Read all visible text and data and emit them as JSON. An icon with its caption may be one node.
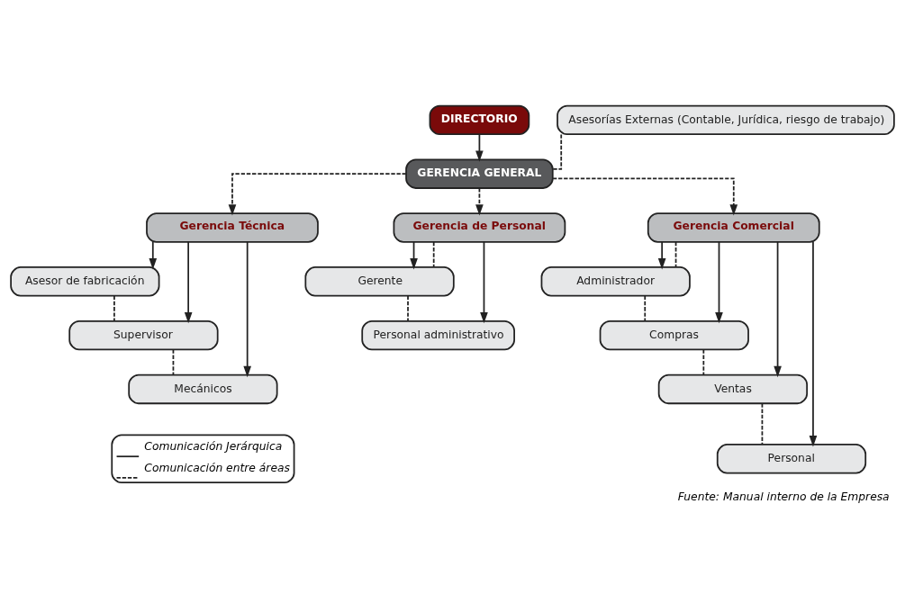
{
  "diagram": {
    "caption": "Fuente: Manual interno de la Empresa",
    "nodes": [
      {
        "text": [
          "DIRECTORIO"
        ]
      },
      {
        "text": [
          "Asesorías Externas (Contable, Jurídica, riesgo de trabajo)"
        ]
      },
      {
        "text": [
          "GERENCIA GENERAL"
        ]
      },
      {
        "text": [
          "Gerencia Técnica"
        ]
      },
      {
        "text": [
          "Asesor de fabricación"
        ]
      },
      {
        "text": [
          "Supervisor"
        ]
      },
      {
        "text": [
          "Mecánicos"
        ]
      },
      {
        "text": [
          "Gerencia de Personal"
        ]
      },
      {
        "text": [
          "Gerente"
        ]
      },
      {
        "text": [
          "Personal administrativo"
        ]
      },
      {
        "text": [
          "Gerencia Comercial"
        ]
      },
      {
        "text": [
          "Administrador"
        ]
      },
      {
        "text": [
          "Compras"
        ]
      },
      {
        "text": [
          "Ventas"
        ]
      },
      {
        "text": [
          "Personal"
        ]
      }
    ],
    "edges": [
      {
        "from": 0,
        "to": 2,
        "arrow": "to"
      },
      {
        "from": 1,
        "to": 2,
        "arrow": "none",
        "style": "dashed"
      },
      {
        "from": 2,
        "to": 3,
        "arrow": "to",
        "style": "dashed"
      },
      {
        "from": 2,
        "to": 7,
        "arrow": "to",
        "style": "dashed"
      },
      {
        "from": 2,
        "to": 10,
        "arrow": "to",
        "style": "dashed"
      },
      {
        "from": 3,
        "to": 4,
        "arrow": "to"
      },
      {
        "from": 3,
        "to": 5,
        "arrow": "to"
      },
      {
        "from": 3,
        "to": 6,
        "arrow": "to"
      },
      {
        "from": 7,
        "to": 8,
        "arrow": "to"
      },
      {
        "from": 7,
        "to": 9,
        "arrow": "to"
      },
      {
        "from": 10,
        "to": 11,
        "arrow": "to"
      },
      {
        "from": 10,
        "to": 12,
        "arrow": "to"
      },
      {
        "from": 10,
        "to": 13,
        "arrow": "to"
      },
      {
        "from": 10,
        "to": 14,
        "arrow": "to"
      },
      {
        "from": 4,
        "to": 5,
        "arrow": "none",
        "style": "dashed"
      },
      {
        "from": 5,
        "to": 6,
        "arrow": "none",
        "style": "dashed"
      },
      {
        "from": 7,
        "to": 8,
        "arrow": "none",
        "style": "dashed"
      },
      {
        "from": 8,
        "to": 9,
        "arrow": "none",
        "style": "dashed"
      },
      {
        "from": 10,
        "to": 11,
        "arrow": "none",
        "style": "dashed"
      },
      {
        "from": 11,
        "to": 12,
        "arrow": "none",
        "style": "dashed"
      },
      {
        "from": 12,
        "to": 13,
        "arrow": "none",
        "style": "dashed"
      },
      {
        "from": 13,
        "to": 14,
        "arrow": "none",
        "style": "dashed"
      }
    ],
    "legend": [
      {
        "text": "Comunicación Jerárquica"
      },
      {
        "text": "Comunicación entre áreas"
      }
    ]
  }
}
